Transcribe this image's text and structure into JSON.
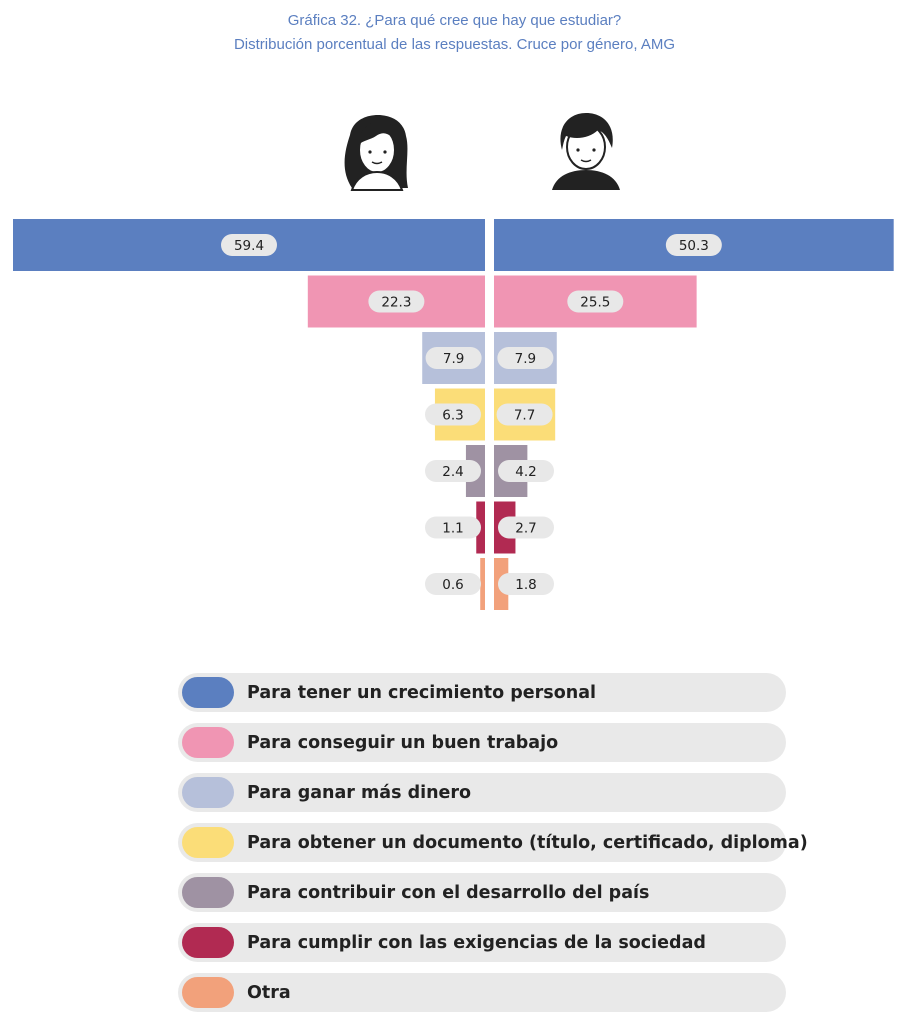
{
  "title_line1": "Gráfica 32. ¿Para qué cree que hay que estudiar?",
  "title_line2": "Distribución porcentual de las respuestas. Cruce por género, AMG",
  "chart_data": {
    "type": "bar",
    "orientation": "horizontal-mirrored",
    "categories": [
      "Para tener un crecimiento personal",
      "Para conseguir un buen trabajo",
      "Para ganar más dinero",
      "Para obtener un documento (título, certificado, diploma)",
      "Para contribuir con el desarrollo del país",
      "Para cumplir con las exigencias de la sociedad",
      "Otra"
    ],
    "colors": [
      "#5b7fc0",
      "#f095b3",
      "#b6c0da",
      "#fbdd78",
      "#9f92a3",
      "#b12a52",
      "#f2a17b"
    ],
    "series": [
      {
        "icon": "woman-icon",
        "side": "left",
        "values": [
          59.4,
          22.3,
          7.9,
          6.3,
          2.4,
          1.1,
          0.6
        ]
      },
      {
        "icon": "man-icon",
        "side": "right",
        "values": [
          50.3,
          25.5,
          7.9,
          7.7,
          4.2,
          2.7,
          1.8
        ]
      }
    ],
    "grid": false,
    "legend_position": "bottom"
  }
}
